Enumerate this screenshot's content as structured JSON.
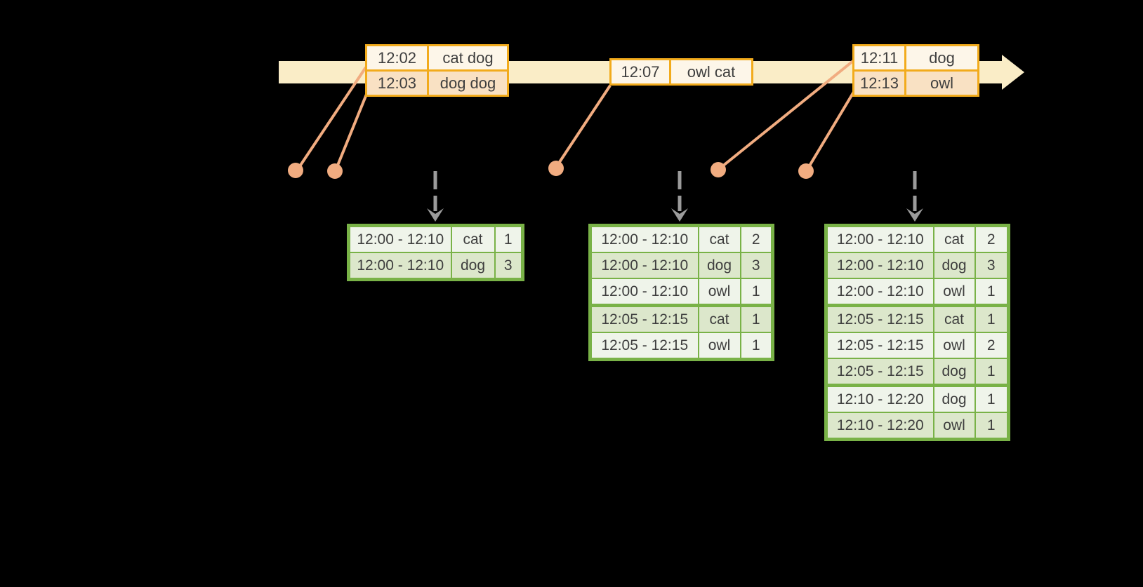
{
  "colors": {
    "background": "#000000",
    "timeline_band": "#FAEDC7",
    "event_table_border": "#F2AB1C",
    "event_row_peach": "#F9E1C3",
    "event_row_cream": "#FDF6E9",
    "result_table_border": "#79B247",
    "result_row_dark": "#DCE7CB",
    "result_row_light": "#EFF4EA",
    "connector_salmon": "#F1AC80",
    "trigger_arrow_gray": "#9B9B9B",
    "text": "#3E3E3E"
  },
  "timeline": {
    "shape": "horizontal-arrow-band",
    "direction": "left-to-right"
  },
  "event_tables": [
    {
      "rows": [
        [
          "12:02",
          "cat dog"
        ],
        [
          "12:03",
          "dog dog"
        ]
      ]
    },
    {
      "rows": [
        [
          "12:07",
          "owl cat"
        ]
      ]
    },
    {
      "rows": [
        [
          "12:11",
          "dog"
        ],
        [
          "12:13",
          "owl"
        ]
      ]
    }
  ],
  "result_tables": [
    {
      "rows": [
        [
          "12:00 - 12:10",
          "cat",
          "1"
        ],
        [
          "12:00 - 12:10",
          "dog",
          "3"
        ]
      ],
      "group_breaks": []
    },
    {
      "rows": [
        [
          "12:00 - 12:10",
          "cat",
          "2"
        ],
        [
          "12:00 - 12:10",
          "dog",
          "3"
        ],
        [
          "12:00 - 12:10",
          "owl",
          "1"
        ],
        [
          "12:05 - 12:15",
          "cat",
          "1"
        ],
        [
          "12:05 - 12:15",
          "owl",
          "1"
        ]
      ],
      "group_breaks": [
        3
      ]
    },
    {
      "rows": [
        [
          "12:00 - 12:10",
          "cat",
          "2"
        ],
        [
          "12:00 - 12:10",
          "dog",
          "3"
        ],
        [
          "12:00 - 12:10",
          "owl",
          "1"
        ],
        [
          "12:05 - 12:15",
          "cat",
          "1"
        ],
        [
          "12:05 - 12:15",
          "owl",
          "2"
        ],
        [
          "12:05 - 12:15",
          "dog",
          "1"
        ],
        [
          "12:10 - 12:20",
          "dog",
          "1"
        ],
        [
          "12:10 - 12:20",
          "owl",
          "1"
        ]
      ],
      "group_breaks": [
        3,
        6
      ]
    }
  ],
  "markers": {
    "event_dot_count": 5,
    "trigger_arrow_count": 3
  }
}
